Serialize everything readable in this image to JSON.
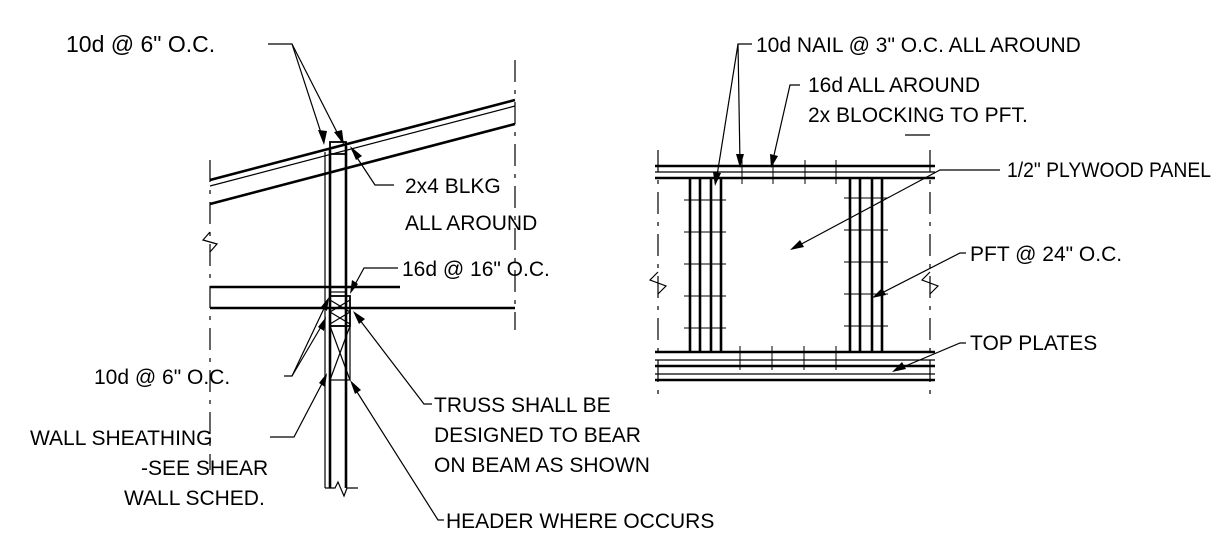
{
  "left_detail": {
    "labels": {
      "top_nail": "10d @ 6\" O.C.",
      "blkg_line1": "2x4 BLKG",
      "blkg_line2": "ALL AROUND",
      "mid_nail": "16d @ 16\" O.C.",
      "low_nail": "10d @ 6\" O.C.",
      "sheathing_line1": "WALL SHEATHING",
      "sheathing_line2": "-SEE SHEAR",
      "sheathing_line3": "WALL SCHED.",
      "truss_line1": "TRUSS SHALL BE",
      "truss_line2": "DESIGNED TO BEAR",
      "truss_line3": "ON BEAM AS SHOWN",
      "header": "HEADER WHERE OCCURS"
    }
  },
  "right_detail": {
    "labels": {
      "nail_all_around": "10d NAIL @ 3\" O.C. ALL AROUND",
      "blocking_line1": "16d ALL AROUND",
      "blocking_line2": "2x BLOCKING TO PFT.",
      "plywood": "1/2\" PLYWOOD PANEL",
      "pft": "PFT @ 24\" O.C.",
      "top_plates": "TOP PLATES"
    }
  }
}
